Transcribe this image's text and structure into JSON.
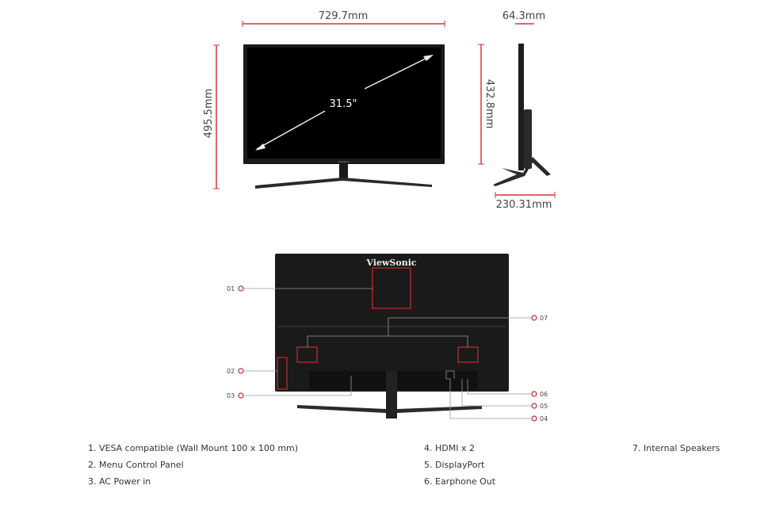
{
  "dimensions": {
    "width": "729.7mm",
    "height": "495.5mm",
    "diagonal": "31.5\"",
    "depth": "64.3mm",
    "panel_height": "432.8mm",
    "base_depth": "230.31mm"
  },
  "brand": "ViewSonic",
  "callouts": [
    "01",
    "02",
    "03",
    "04",
    "05",
    "06",
    "07"
  ],
  "legend": {
    "col1": [
      "1. VESA compatible (Wall Mount 100 x 100 mm)",
      "2. Menu Control Panel",
      "3. AC Power in"
    ],
    "col2": [
      "4. HDMI x 2",
      "5. DisplayPort",
      "6. Earphone Out"
    ],
    "col3": [
      "7. Internal Speakers"
    ]
  },
  "colors": {
    "dimension_line": "#d9343a",
    "callout": "#c0282e",
    "monitor": "#111111"
  }
}
